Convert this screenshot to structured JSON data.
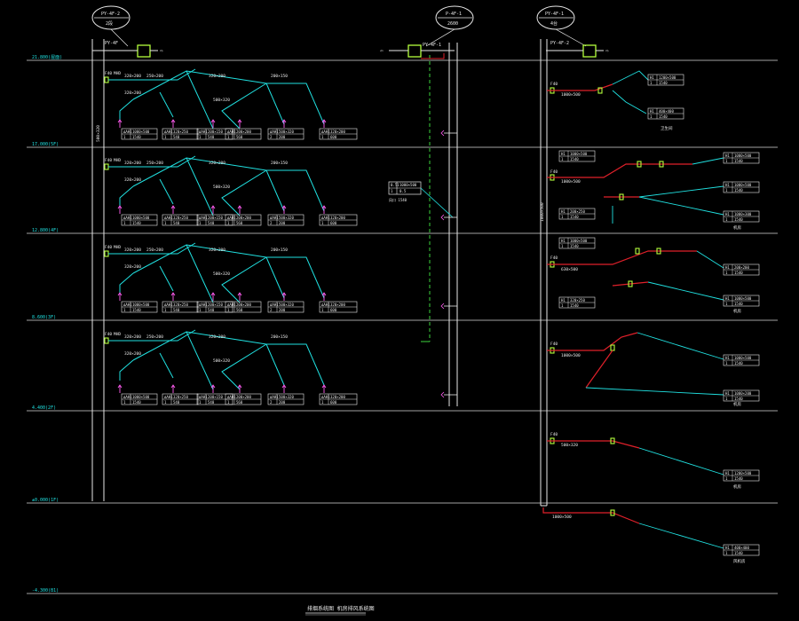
{
  "colors": {
    "background": "#000000",
    "floor_line": "#d8d8d8",
    "duct_cyan": "#20e0e0",
    "duct_red": "#e0202a",
    "equipment_green": "#b4ff3c",
    "dashed_green": "#3cd23c",
    "riser_white": "#e8e8e8",
    "accent_magenta": "#ff5cf0"
  },
  "icons": {
    "fan_unit": "green-square-fan-icon",
    "fire_damper": "small-green-damper-icon",
    "air_outlet": "magenta-diffuser-arrow-icon",
    "exhaust_arrow": "white-arrow-icon"
  },
  "level_labels": [
    "21.800(屋面)",
    "17.000(5F)",
    "12.800(4F)",
    "8.600(3F)",
    "4.400(2F)",
    "±0.000(1F)",
    "-4.300(B1)"
  ],
  "risers": [
    {
      "label": "PY-4F-2",
      "sub": "2段"
    },
    {
      "label": "P-4F-1",
      "sub": "2600"
    },
    {
      "label": "PY-4F-1",
      "sub": "4台"
    }
  ],
  "fan_tags": [
    "PY-4F",
    "PY-4F-1",
    "PY-4F-2"
  ],
  "left_vertical_tag": "500×320",
  "right_vertical_tag": "1000×500",
  "callout": {
    "row1": [
      "0.51",
      "1000×500"
    ],
    "row2": [
      "1",
      "0.5"
    ],
    "note": "风口 1540"
  },
  "left_branch_tags": [
    "F40",
    "MHD",
    "320×200",
    "250×200",
    "320×200",
    "200×150",
    "320×200",
    "500×320"
  ],
  "left_box_rows": [
    [
      [
        "ΔAH1",
        "1000×500"
      ],
      [
        "1",
        "1540"
      ]
    ],
    [
      [
        "ΔAH1",
        "320×250"
      ],
      [
        "1",
        "540"
      ]
    ],
    [
      [
        "ΔAH1",
        "200×150"
      ],
      [
        "1",
        "540"
      ]
    ],
    [
      [
        "ΔAH1",
        "200×200"
      ],
      [
        "1",
        "560"
      ]
    ],
    [
      [
        "ΔAH1",
        "500×320"
      ],
      [
        "2",
        "200"
      ]
    ],
    [
      [
        "ΔAH1",
        "320×200"
      ],
      [
        "1",
        "600"
      ]
    ]
  ],
  "right_boxes": [
    [
      "H1",
      "1200×500",
      "1",
      "1540"
    ],
    [
      "H1",
      "400×400",
      "1",
      "1540"
    ],
    [
      "H1",
      "1000×500",
      "1",
      "1540"
    ],
    [
      "H1",
      "200×250",
      "1",
      "1540"
    ],
    [
      "H1",
      "1000×500",
      "1",
      "1540"
    ],
    [
      "H1",
      "1000×500",
      "1",
      "1540"
    ],
    [
      "H1",
      "1000×300",
      "1",
      "1540"
    ],
    [
      "H1",
      "1000×500",
      "1",
      "1540"
    ],
    [
      "H1",
      "200×200",
      "1",
      "1540"
    ],
    [
      "H1",
      "1000×500",
      "1",
      "1540"
    ],
    [
      "H1",
      "320×250",
      "1",
      "1540"
    ],
    [
      "H1",
      "1000×500",
      "1",
      "1540"
    ],
    [
      "H1",
      "1000×200",
      "1",
      "1540"
    ]
  ],
  "right_sub_labels": [
    "卫生间",
    "机房",
    "机房",
    "机房",
    "机房",
    "风机房"
  ],
  "right_branch_tags": [
    "F40",
    "1000×500",
    "F40",
    "1000×500",
    "F40",
    "630×500",
    "F40",
    "1000×500",
    "F40",
    "500×320"
  ],
  "drawing_title": "排烟系统图  机房排风系统图"
}
